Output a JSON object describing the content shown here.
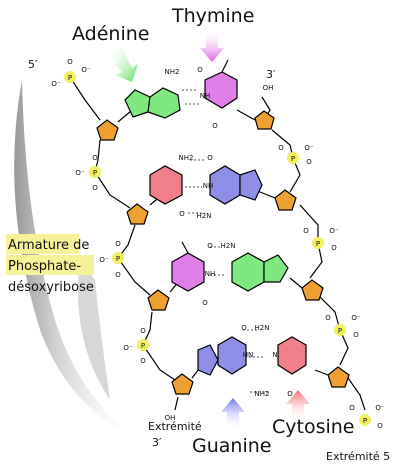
{
  "labels": {
    "adenine": "Adénine",
    "thymine": "Thymine",
    "guanine": "Guanine",
    "cytosine": "Cytosine",
    "backbone_line1_hl": "Armature",
    "backbone_line1_rest": " de",
    "backbone_line2_hl": "Phosphate-",
    "backbone_line3": "désoxyribose",
    "end_5_left": "5′",
    "end_3_right": "3′",
    "end_3_bottom_1": "Extrémité",
    "end_3_bottom_2": "3′",
    "end_5_bottom": "Extrémité 5"
  },
  "atoms": {
    "P": "P",
    "O": "O",
    "O_minus": "O⁻",
    "N": "N",
    "NH": "NH",
    "NH2": "NH2",
    "H2N": "H2N",
    "HN": "HN",
    "OH": "OH"
  },
  "colors": {
    "adenine": "#7fe87f",
    "thymine": "#e07fe8",
    "guanine": "#8f8fe8",
    "cytosine": "#f07f8a",
    "sugar": "#f0a030",
    "phosphate": "#f0f060",
    "backbone_hl": "#f6f29a",
    "shadow": "#9a9a9a"
  }
}
